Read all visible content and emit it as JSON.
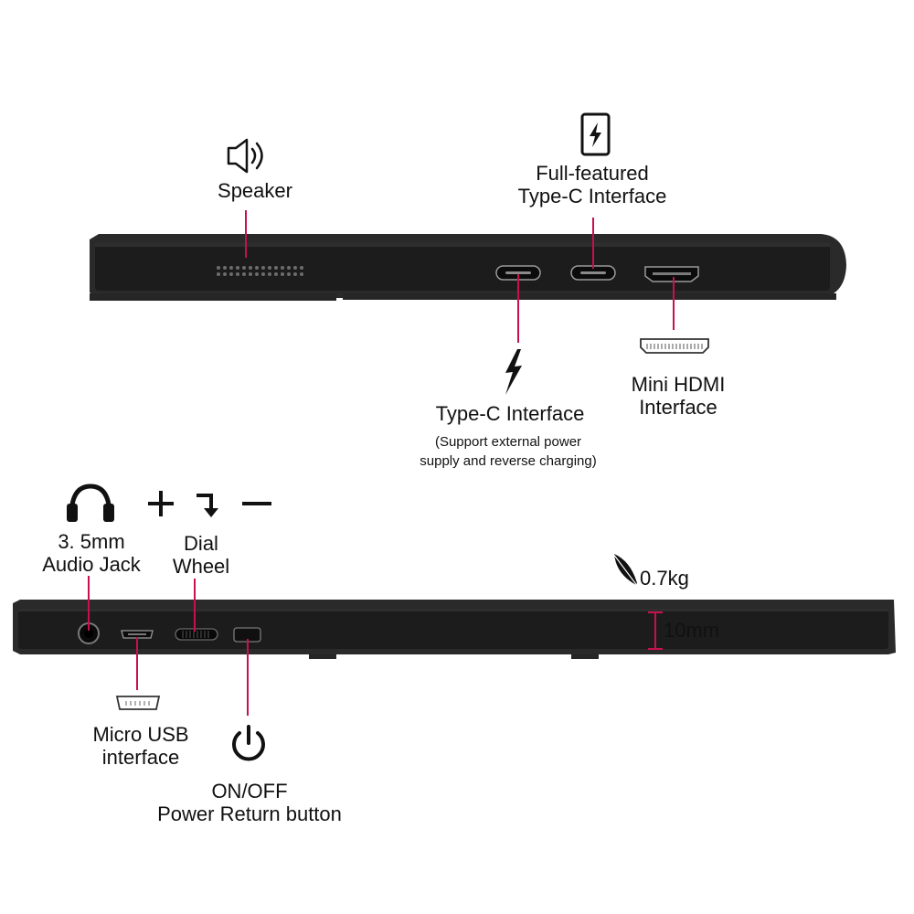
{
  "colors": {
    "accent_line": "#c8104c",
    "device_body": "#1c1c1c",
    "device_shell": "#2a2a2a",
    "background": "#ffffff"
  },
  "top_side": {
    "speaker": {
      "icon": "speaker-icon",
      "label": "Speaker"
    },
    "typec_full": {
      "icon": "charging-phone-icon",
      "label_line1": "Full-featured",
      "label_line2": "Type-C Interface"
    },
    "typec_power": {
      "icon": "lightning-bolt-icon",
      "label": "Type-C Interface",
      "note_line1": "(Support external power",
      "note_line2": "supply and reverse charging)"
    },
    "mini_hdmi": {
      "icon": "hdmi-port-icon",
      "label_line1": "Mini HDMI",
      "label_line2": "Interface"
    }
  },
  "bottom_side": {
    "audio_jack": {
      "icon": "headphones-icon",
      "label_line1": "3. 5mm",
      "label_line2": "Audio Jack"
    },
    "dial_wheel": {
      "icons": [
        "plus-icon",
        "enter-arrow-icon",
        "minus-icon"
      ],
      "label_line1": "Dial",
      "label_line2": "Wheel"
    },
    "micro_usb": {
      "icon": "micro-usb-port-icon",
      "label_line1": "Micro USB",
      "label_line2": "interface"
    },
    "power_button": {
      "icon": "power-icon",
      "label_line1": "ON/OFF",
      "label_line2": "Power Return button"
    },
    "weight": {
      "icon": "feather-icon",
      "label": "0.7kg"
    },
    "thickness": {
      "label": "10mm"
    }
  }
}
